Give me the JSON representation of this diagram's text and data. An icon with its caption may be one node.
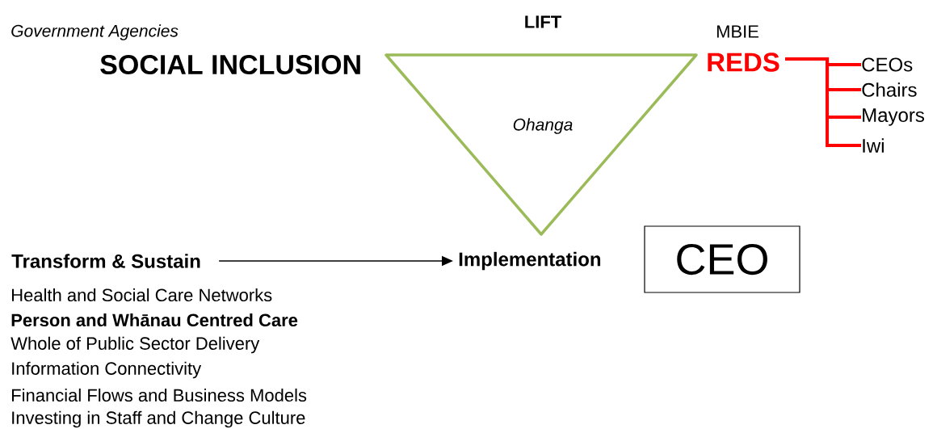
{
  "diagram": {
    "nodes": [
      {
        "text": [
          "Ohanga"
        ]
      },
      {
        "text": [
          "REDS"
        ]
      },
      {
        "text": [
          "CEOs"
        ]
      },
      {
        "text": [
          "Chairs"
        ]
      },
      {
        "text": [
          "Mayors"
        ]
      },
      {
        "text": [
          "Iwi"
        ]
      },
      {
        "text": [
          "Transform & Sustain"
        ]
      },
      {
        "text": [
          "Implementation"
        ]
      },
      {
        "text": [
          "CEO"
        ]
      }
    ],
    "edges": [
      {
        "from": 1,
        "to": 2,
        "arrow": "none",
        "color": "#ff0000"
      },
      {
        "from": 1,
        "to": 3,
        "arrow": "none",
        "color": "#ff0000"
      },
      {
        "from": 1,
        "to": 4,
        "arrow": "none",
        "color": "#ff0000"
      },
      {
        "from": 1,
        "to": 5,
        "arrow": "none",
        "color": "#ff0000"
      },
      {
        "from": 6,
        "to": 7,
        "arrow": "to",
        "color": "#000000"
      }
    ],
    "labels": [
      "Government Agencies",
      "SOCIAL INCLUSION",
      "LIFT",
      "MBIE",
      "Health and Social Care Networks",
      "Person and Whānau Centred Care",
      "Whole of Public Sector Delivery",
      "Information Connectivity",
      "Financial Flows and Business Models",
      "Investing in Staff and Change Culture"
    ]
  }
}
